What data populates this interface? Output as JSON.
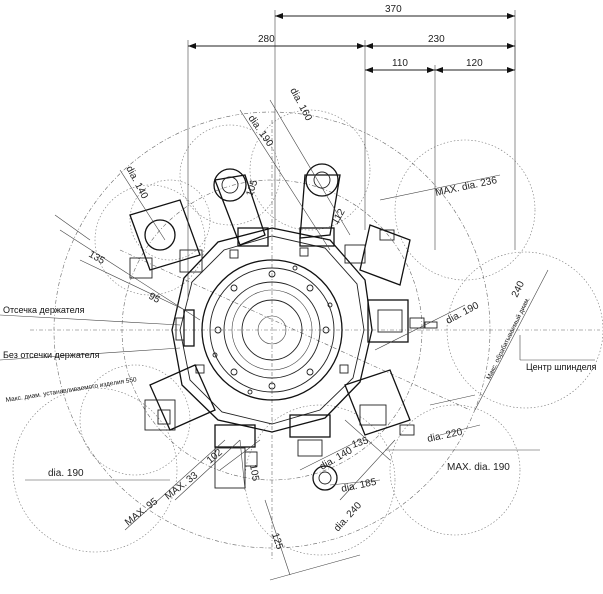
{
  "dimensions": {
    "d370": "370",
    "d280": "280",
    "d230": "230",
    "d110": "110",
    "d120": "120",
    "dia160": "dia. 160",
    "dia190_top": "dia. 190",
    "dia140_top": "dia. 140",
    "d105_top": "105",
    "d112": "112",
    "max236": "MAX. dia. 236",
    "d135_left": "135",
    "d95": "95",
    "dia190_right": "dia. 190",
    "d240_right": "240",
    "d135_bottom": "135",
    "dia220": "dia. 220",
    "max190": "MAX. dia. 190",
    "dia190_left": "dia. 190",
    "max95": "MAX. 95",
    "max33": "MAX. 33",
    "d102": "102",
    "d105_bottom": "105",
    "dia140_bottom": "dia. 140",
    "dia185": "dia. 185",
    "dia240": "dia. 240",
    "d125": "125"
  },
  "labels": {
    "holder_cutoff": "Отсечка держателя",
    "no_holder_cutoff": "Без отсечки держателя",
    "max_workpiece_dia": "Макс. диам. устанавливаемого изделия 550",
    "spindle_center": "Центр шпинделя",
    "max_machined_dia": "Макс. обрабатываемый диам."
  }
}
